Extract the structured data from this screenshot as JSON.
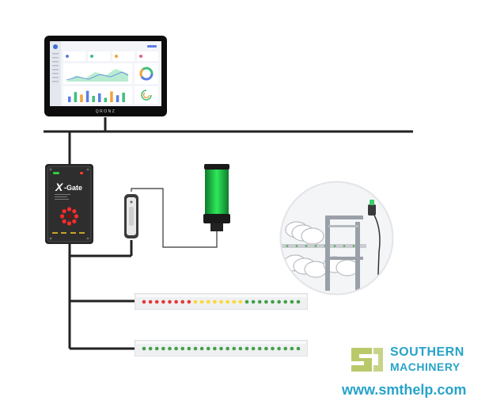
{
  "monitor": {
    "brand": "QRONZ",
    "dashboard_bars": [
      0.45,
      0.8,
      0.6,
      0.9,
      0.5,
      0.7,
      0.35,
      0.85,
      0.55,
      0.75
    ]
  },
  "xgate": {
    "logo_x": "X",
    "logo_gate": "-Gate",
    "status_colors": [
      "#2ecc40",
      "#ff3b30",
      "#ff3b30",
      "#ff3b30"
    ]
  },
  "stack_light": {
    "color": "#2ee85a"
  },
  "led_strips": [
    {
      "colors": [
        "#e53935",
        "#e53935",
        "#e53935",
        "#e53935",
        "#e53935",
        "#e53935",
        "#e53935",
        "#e53935",
        "#fdd835",
        "#fdd835",
        "#fdd835",
        "#fdd835",
        "#fdd835",
        "#fdd835",
        "#fdd835",
        "#fdd835",
        "#43a047",
        "#43a047",
        "#43a047",
        "#43a047",
        "#43a047",
        "#43a047",
        "#43a047",
        "#43a047",
        "#43a047"
      ]
    },
    {
      "colors": [
        "#43a047",
        "#43a047",
        "#43a047",
        "#43a047",
        "#43a047",
        "#43a047",
        "#43a047",
        "#43a047",
        "#43a047",
        "#43a047",
        "#43a047",
        "#43a047",
        "#43a047",
        "#43a047",
        "#43a047",
        "#43a047",
        "#43a047",
        "#43a047",
        "#43a047",
        "#43a047",
        "#43a047",
        "#43a047",
        "#43a047",
        "#43a047",
        "#43a047"
      ]
    }
  ],
  "branding": {
    "company_line1": "SOUTHERN",
    "company_line2": "MACHINERY",
    "website": "www.smthelp.com",
    "logo_color": "#b9c96a",
    "text_color": "#27a3c9"
  }
}
